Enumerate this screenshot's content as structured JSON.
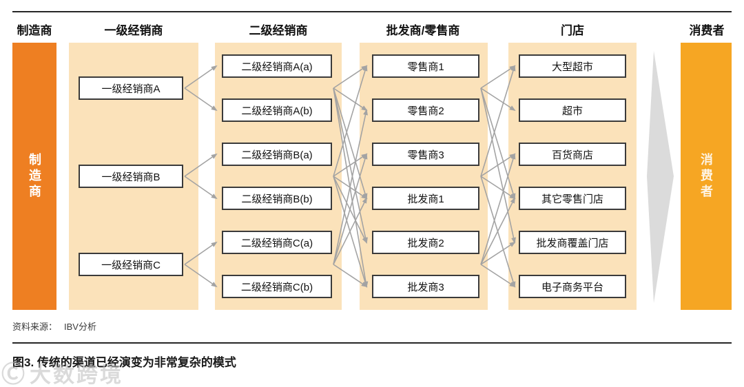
{
  "headers": [
    "制造商",
    "一级经销商",
    "二级经销商",
    "批发商/零售商",
    "门店",
    "消费者"
  ],
  "manufacturer": {
    "label": "制造商"
  },
  "consumer": {
    "label": "消费者"
  },
  "tier1": {
    "boxes": [
      "一级经销商A",
      "一级经销商B",
      "一级经销商C"
    ]
  },
  "tier2": {
    "boxes": [
      "二级经销商A(a)",
      "二级经销商A(b)",
      "二级经销商B(a)",
      "二级经销商B(b)",
      "二级经销商C(a)",
      "二级经销商C(b)"
    ]
  },
  "tier3": {
    "boxes": [
      "零售商1",
      "零售商2",
      "零售商3",
      "批发商1",
      "批发商2",
      "批发商3"
    ]
  },
  "tier4": {
    "boxes": [
      "大型超市",
      "超市",
      "百货商店",
      "其它零售门店",
      "批发商覆盖门店",
      "电子商务平台"
    ]
  },
  "source": {
    "label": "资料来源：",
    "value": "IBV分析"
  },
  "caption": {
    "text": "图3. 传统的渠道已经演变为非常复杂的模式"
  },
  "watermark": {
    "mark": "Ⓒ",
    "text": "大数跨境"
  },
  "colors": {
    "manufacturer_column": "#EE7F22",
    "consumer_column": "#F6A623",
    "band": "#FBE2BA",
    "connector_gray": "#A3A3A3",
    "big_arrow_gray": "#DBDBDB"
  },
  "edges": {
    "lines": [
      [
        268,
        128,
        314,
        96
      ],
      [
        268,
        128,
        314,
        160
      ],
      [
        268,
        256,
        314,
        224
      ],
      [
        268,
        256,
        314,
        288
      ],
      [
        268,
        384,
        314,
        352
      ],
      [
        268,
        384,
        314,
        416
      ],
      [
        484,
        128,
        532,
        96
      ],
      [
        484,
        128,
        532,
        160
      ],
      [
        484,
        128,
        532,
        288
      ],
      [
        484,
        128,
        532,
        352
      ],
      [
        484,
        128,
        532,
        416
      ],
      [
        484,
        256,
        532,
        96
      ],
      [
        484,
        256,
        532,
        224
      ],
      [
        484,
        256,
        532,
        288
      ],
      [
        484,
        256,
        532,
        352
      ],
      [
        484,
        256,
        532,
        416
      ],
      [
        484,
        384,
        532,
        160
      ],
      [
        484,
        384,
        532,
        224
      ],
      [
        484,
        384,
        532,
        288
      ],
      [
        484,
        384,
        532,
        416
      ],
      [
        698,
        128,
        747,
        96
      ],
      [
        698,
        128,
        747,
        160
      ],
      [
        698,
        128,
        747,
        288
      ],
      [
        698,
        128,
        747,
        352
      ],
      [
        698,
        256,
        747,
        96
      ],
      [
        698,
        256,
        747,
        224
      ],
      [
        698,
        256,
        747,
        288
      ],
      [
        698,
        256,
        747,
        416
      ],
      [
        698,
        384,
        747,
        224
      ],
      [
        698,
        384,
        747,
        288
      ],
      [
        698,
        384,
        747,
        352
      ],
      [
        698,
        384,
        747,
        416
      ]
    ]
  }
}
